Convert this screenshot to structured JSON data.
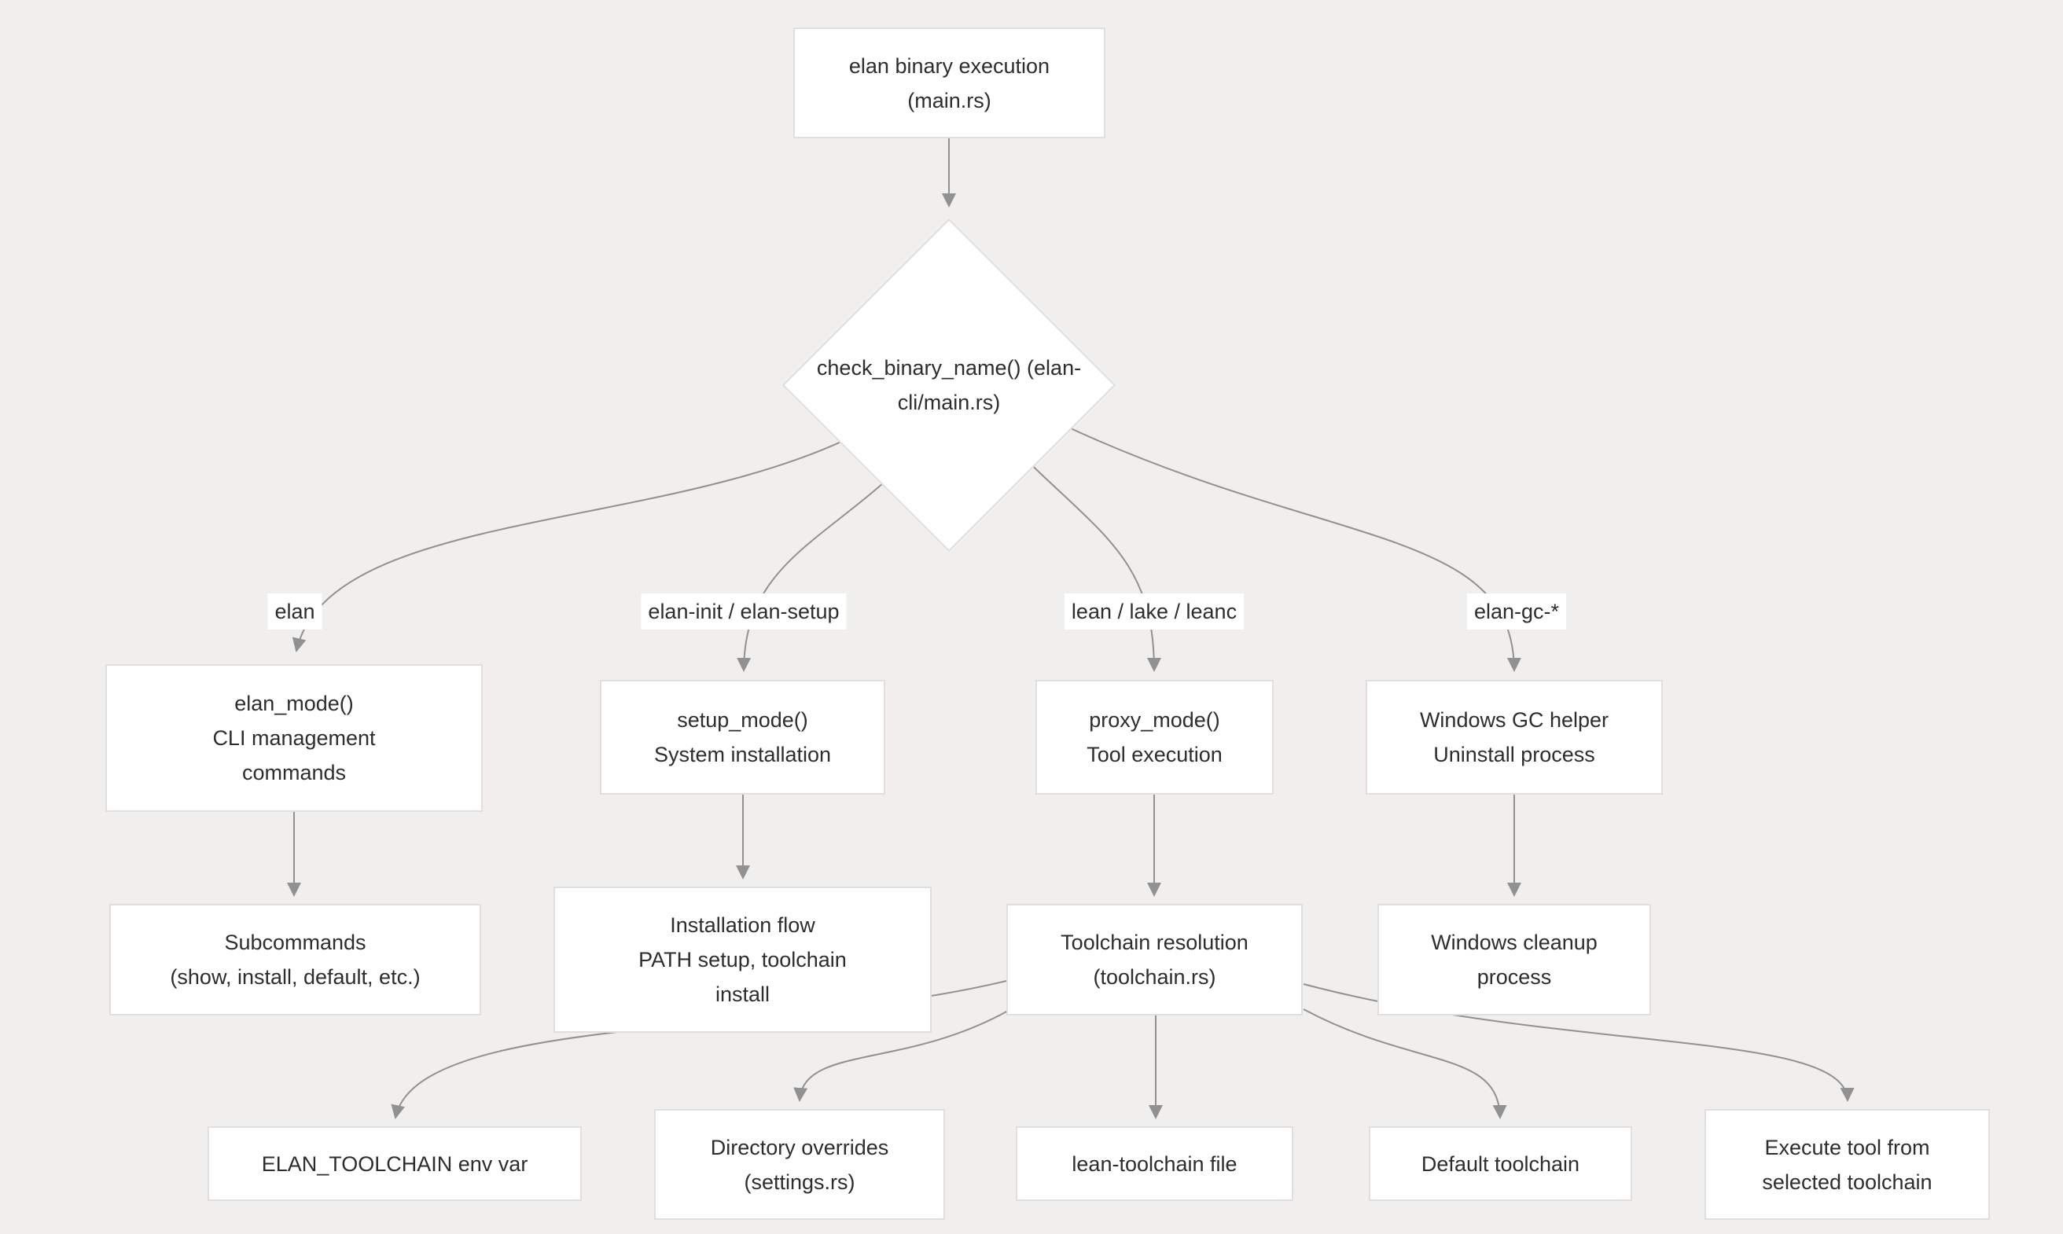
{
  "diagram": {
    "type": "flowchart",
    "colors": {
      "background": "#f0efed",
      "node_fill": "#ffffff",
      "node_border": "#e0dfdd",
      "text": "#2d2d2d",
      "edge": "#919191",
      "edge_label_background": "#ffffff"
    },
    "nodes": {
      "start": {
        "lines": [
          "elan binary execution",
          "(main.rs)"
        ]
      },
      "decision": {
        "lines": [
          "check_binary_name()",
          "(elan-cli/main.rs)"
        ]
      },
      "elan_mode": {
        "lines": [
          "elan_mode()",
          "CLI management",
          "commands"
        ]
      },
      "setup_mode": {
        "lines": [
          "setup_mode()",
          "System installation"
        ]
      },
      "proxy_mode": {
        "lines": [
          "proxy_mode()",
          "Tool execution"
        ]
      },
      "gc_helper": {
        "lines": [
          "Windows GC helper",
          "Uninstall process"
        ]
      },
      "subcommands": {
        "lines": [
          "Subcommands",
          "(show, install, default, etc.)"
        ]
      },
      "install_flow": {
        "lines": [
          "Installation flow",
          "PATH setup, toolchain",
          "install"
        ]
      },
      "toolchain": {
        "lines": [
          "Toolchain resolution",
          "(toolchain.rs)"
        ]
      },
      "cleanup": {
        "lines": [
          "Windows cleanup",
          "process"
        ]
      },
      "env_var": {
        "lines": [
          "ELAN_TOOLCHAIN env var"
        ]
      },
      "overrides": {
        "lines": [
          "Directory overrides",
          "(settings.rs)"
        ]
      },
      "lean_file": {
        "lines": [
          "lean-toolchain file"
        ]
      },
      "default": {
        "lines": [
          "Default toolchain"
        ]
      },
      "execute": {
        "lines": [
          "Execute tool from",
          "selected toolchain"
        ]
      }
    },
    "edge_labels": {
      "elan": "elan",
      "elan_init": "elan-init / elan-setup",
      "lean": "lean / lake / leanc",
      "elan_gc": "elan-gc-*"
    }
  }
}
